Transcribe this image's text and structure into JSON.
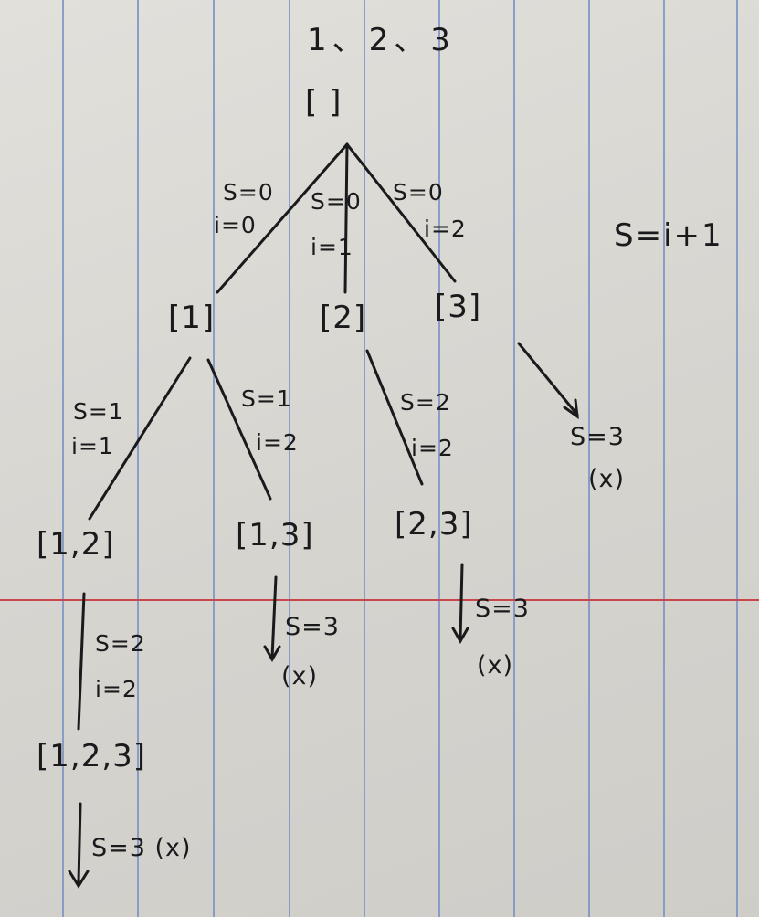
{
  "header": {
    "title": "1、2、3"
  },
  "formula": "S=i+1",
  "nodes": {
    "root": "[        ]",
    "n1": "[1]",
    "n2": "[2]",
    "n3": "[3]",
    "n12": "[1,2]",
    "n13": "[1,3]",
    "n23": "[2,3]",
    "n123": "[1,2,3]"
  },
  "edges": {
    "root_n1": {
      "s": "S=0",
      "i": "i=0"
    },
    "root_n2": {
      "s": "S=0",
      "i": "i=1"
    },
    "root_n3": {
      "s": "S=0",
      "i": "i=2"
    },
    "n1_n12": {
      "s": "S=1",
      "i": "i=1"
    },
    "n1_n13": {
      "s": "S=1",
      "i": "i=2"
    },
    "n2_n23": {
      "s": "S=2",
      "i": "i=2"
    },
    "n12_n123": {
      "s": "S=2",
      "i": "i=2"
    }
  },
  "terminals": {
    "n3": {
      "s": "S=3",
      "mark": "(x)"
    },
    "n13": {
      "s": "S=3",
      "mark": "(x)"
    },
    "n23": {
      "s": "S=3",
      "mark": "(x)"
    },
    "n123": {
      "text": "S=3 (x)"
    }
  },
  "colors": {
    "ink": "#1a1a1c",
    "paper": "#dcdad5",
    "rule_blue": "#7d93c4",
    "margin_red": "#c8464c"
  }
}
